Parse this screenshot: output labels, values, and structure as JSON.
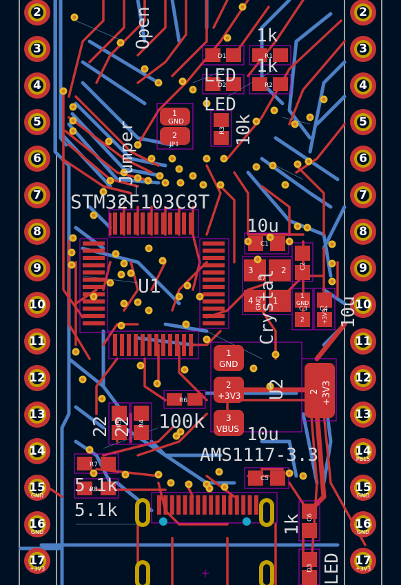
{
  "left_header": {
    "pin_numbers": [
      "2",
      "3",
      "4",
      "5",
      "6",
      "7",
      "8",
      "9",
      "10",
      "11",
      "12",
      "13",
      "14",
      "15",
      "16",
      "17"
    ],
    "pin_nets": [
      "",
      "",
      "",
      "",
      "",
      "",
      "",
      "",
      "",
      "",
      "",
      "",
      "",
      "GND",
      "GND",
      "+3V3"
    ]
  },
  "right_header": {
    "pin_numbers": [
      "2",
      "3",
      "4",
      "5",
      "6",
      "7",
      "8",
      "9",
      "10",
      "11",
      "12",
      "13",
      "14",
      "15",
      "16",
      "17"
    ],
    "pin_nets": [
      "",
      "",
      "",
      "",
      "",
      "",
      "",
      "",
      "",
      "",
      "",
      "",
      "PB15",
      "GND",
      "GND",
      "+3V3"
    ]
  },
  "silkscreen": {
    "label_1k_top": "1k",
    "label_1k_mid": "1k",
    "label_led_1": "LED",
    "label_led_2": "LED",
    "label_10k": "10k",
    "label_open": "Open",
    "label_jumper": "2_Jumper",
    "label_mcu": "STM32F103C8T",
    "label_u1": "U1",
    "label_10u_top": "10u",
    "label_10u_right": "10u",
    "label_10u_bottom": "10u",
    "label_crystal": "Crystal",
    "label_u2": "U2",
    "label_22_a": "22",
    "label_22_b": "22",
    "label_100k": "100k",
    "label_ams": "AMS1117-3.3",
    "label_51k_a": "5.1k",
    "label_51k_b": "5.1k",
    "label_1k_bottom": "1k",
    "label_led_bottom": "LED"
  },
  "refs": {
    "d1": "D1",
    "d2": "D2",
    "r1": "R1",
    "r2": "R2",
    "r3": "R3",
    "r4": "R4",
    "r5": "R5",
    "r6": "R6",
    "r7": "R7",
    "r8": "R8",
    "c1": "C1",
    "c2": "C2",
    "c3": "C3",
    "c4": "C4",
    "c5": "C5",
    "c6": "C6",
    "c7": "C7",
    "d3": "D3",
    "jp1": "JP1"
  },
  "pads": {
    "jp_pad1": "1",
    "jp_pad2": "2",
    "jp_gnd": "GND",
    "u2_pad1": "1",
    "u2_gnd": "GND",
    "u2_pad2": "2",
    "u2_3v3": "+3V3",
    "u2_pad3": "3",
    "u2_vbus": "VBUS",
    "u2_tab": "2",
    "u2_tab_net": "+3V3",
    "xtal_3": "3",
    "xtal_4": "4",
    "xtal_1": "1",
    "xtal_2": "2",
    "xtal_gnd": "GND",
    "c_pad1": "1",
    "c_pad2": "2",
    "c_gnd": "GND",
    "c_3v3": "+3V3"
  },
  "colors": {
    "background": "#001023",
    "front_copper": "#c83434",
    "back_copper": "#4d7fc4",
    "silkscreen": "#d8d8d8",
    "pad_gold": "#c2a100",
    "courtyard": "#c000c0",
    "edge_cuts": "#d0d2cd",
    "via_inner": "#e3b72e"
  }
}
